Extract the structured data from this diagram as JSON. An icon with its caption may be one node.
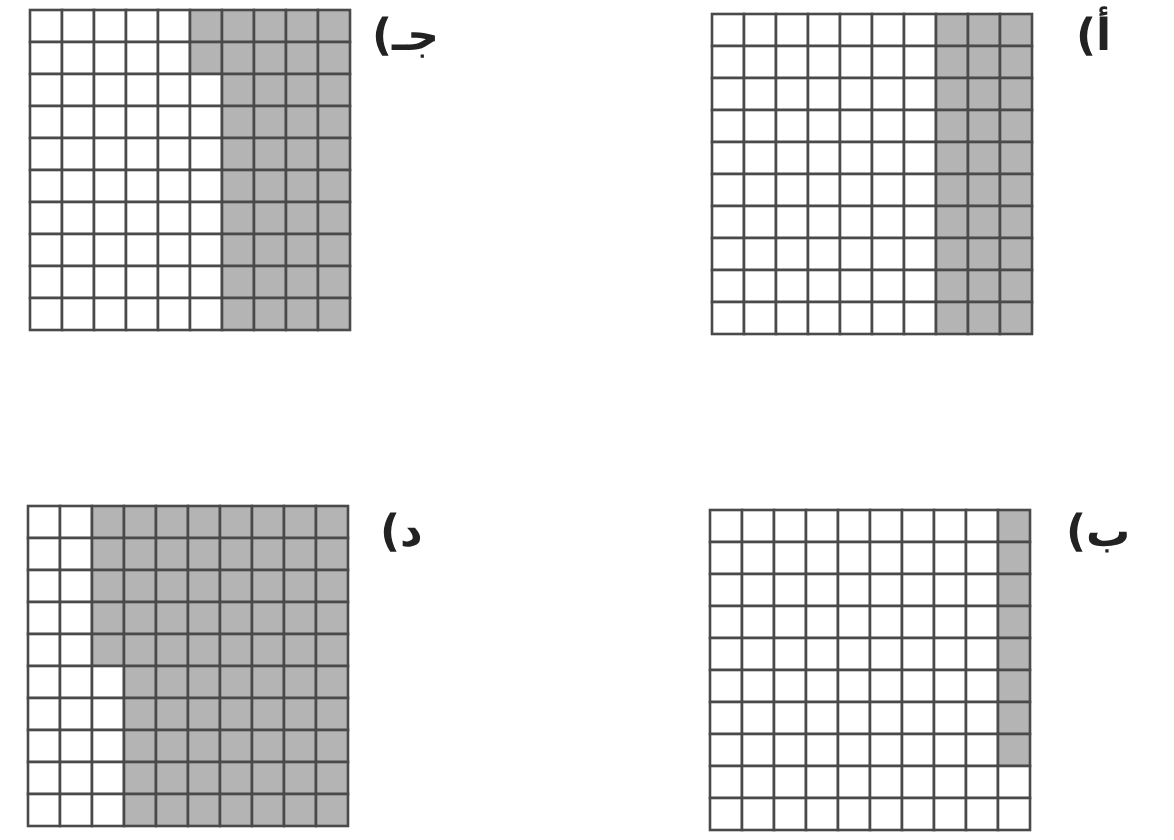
{
  "diagram": {
    "labels": [
      "أ)",
      "جـ)",
      "ب)",
      "د)"
    ]
  }
}
